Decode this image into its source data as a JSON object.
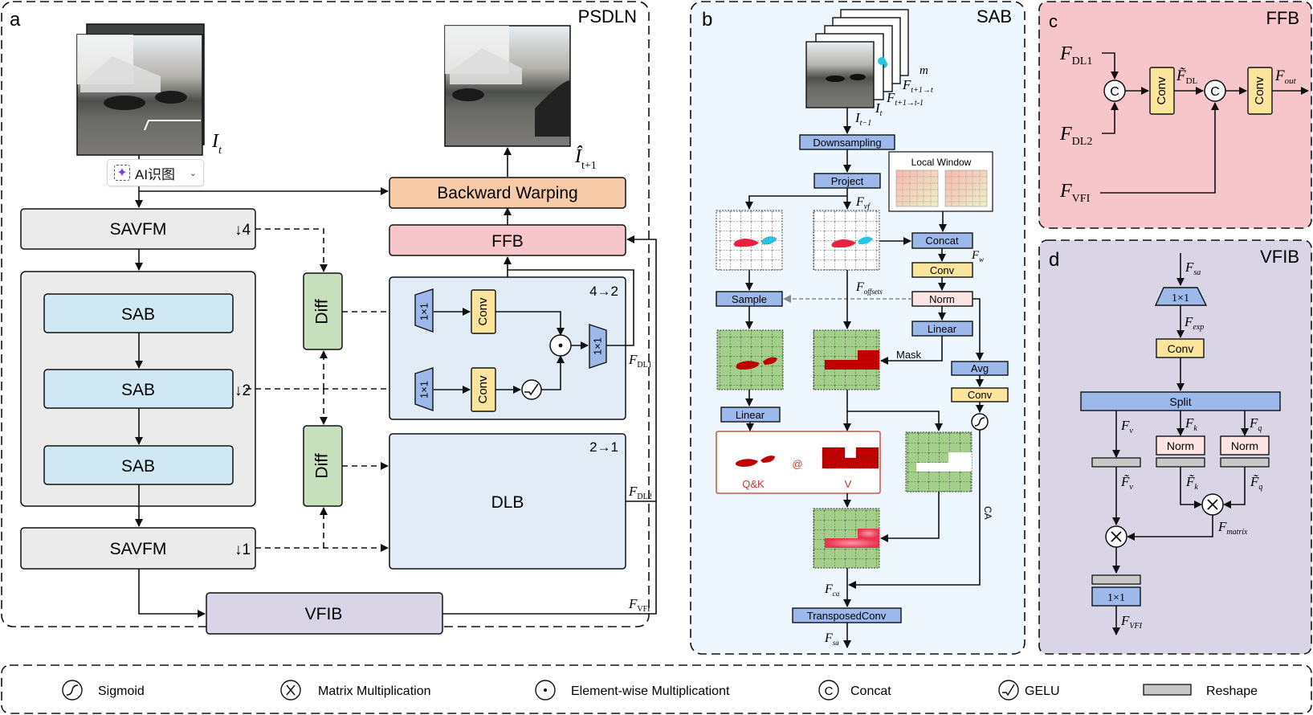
{
  "panels": {
    "a": {
      "letter": "a",
      "title": "PSDLN"
    },
    "b": {
      "letter": "b",
      "title": "SAB"
    },
    "c": {
      "letter": "c",
      "title": "FFB"
    },
    "d": {
      "letter": "d",
      "title": "VFIB"
    }
  },
  "panel_a": {
    "input_label": "I",
    "input_sub": "t",
    "output_label": "Î",
    "output_sub": "t+1",
    "ai_button": {
      "label": "AI识图",
      "icon": "sparkle-scan-icon"
    },
    "savfm_top": {
      "label": "SAVFM",
      "scale": "↓4"
    },
    "sab_blocks": [
      "SAB",
      "SAB",
      "SAB"
    ],
    "sab_scale": "↓2",
    "savfm_bottom": {
      "label": "SAVFM",
      "scale": "↓1"
    },
    "diff_blocks": [
      "Diff",
      "Diff"
    ],
    "backward_warping": "Backward Warping",
    "ffb": "FFB",
    "dl_block_top": {
      "ratio": "4→2",
      "conv1x1": "1×1",
      "conv": "Conv",
      "conv1x1_out": "1×1"
    },
    "dlb": {
      "label": "DLB",
      "ratio": "2→1"
    },
    "vfib": "VFIB",
    "f_dl1": {
      "main": "F",
      "sub": "DL1"
    },
    "f_dl2": {
      "main": "F",
      "sub": "DL2"
    },
    "f_vfi": {
      "main": "F",
      "sub": "VFI"
    }
  },
  "panel_b": {
    "stack_labels": {
      "m": "m",
      "f1": "F",
      "f1_sub": "t+1→t",
      "f2": "F",
      "f2_sub": "t+1→t-1",
      "it": "I",
      "it_sub": "t",
      "it1": "I",
      "it1_sub": "t−1"
    },
    "downsampling": "Downsampling",
    "project": "Project",
    "f_vf": {
      "main": "F",
      "sub": "vf"
    },
    "local_window": "Local Window",
    "concat": "Concat",
    "f_w": {
      "main": "F",
      "sub": "w"
    },
    "conv": "Conv",
    "norm": "Norm",
    "f_offsets": {
      "main": "F",
      "sub": "offsets"
    },
    "sample": "Sample",
    "linear_right": "Linear",
    "mask": "Mask",
    "avg": "Avg",
    "conv2": "Conv",
    "linear_left": "Linear",
    "qk": "Q&K",
    "at": "@",
    "v": "V",
    "ca": "CA",
    "f_ca": {
      "main": "F",
      "sub": "ca"
    },
    "transposed_conv": "TransposedConv",
    "f_sa": {
      "main": "F",
      "sub": "sa"
    }
  },
  "panel_c": {
    "f_dl1": {
      "main": "F",
      "sub": "DL1"
    },
    "f_dl2": {
      "main": "F",
      "sub": "DL2"
    },
    "f_vfi": {
      "main": "F",
      "sub": "VFI"
    },
    "concat_symbol": "C",
    "conv": "Conv",
    "f_dl_tilde": {
      "main": "F̃",
      "sub": "DL"
    },
    "f_out": {
      "main": "F",
      "sub": "out"
    }
  },
  "panel_d": {
    "f_sa": {
      "main": "F",
      "sub": "sa"
    },
    "conv1x1": "1×1",
    "f_exp": {
      "main": "F",
      "sub": "exp"
    },
    "conv": "Conv",
    "split": "Split",
    "f_v": {
      "main": "F",
      "sub": "v"
    },
    "f_k": {
      "main": "F",
      "sub": "k"
    },
    "f_q": {
      "main": "F",
      "sub": "q"
    },
    "norm": "Norm",
    "fv_tilde": {
      "main": "F̃",
      "sub": "v"
    },
    "fk_tilde": {
      "main": "F̃",
      "sub": "k"
    },
    "fq_tilde": {
      "main": "F̃",
      "sub": "q"
    },
    "f_matrix": {
      "main": "F",
      "sub": "matrix"
    },
    "out_1x1": "1×1",
    "f_vfi": {
      "main": "F",
      "sub": "VFI"
    }
  },
  "legend": [
    {
      "icon": "sigmoid-icon",
      "label": "Sigmoid"
    },
    {
      "icon": "matrix-multiplication-icon",
      "label": "Matrix Multiplication"
    },
    {
      "icon": "element-wise-multiplication-icon",
      "label": "Element-wise Multiplicationt"
    },
    {
      "icon": "concat-icon",
      "label": "Concat"
    },
    {
      "icon": "gelu-icon",
      "label": "GELU"
    },
    {
      "icon": "reshape-icon",
      "label": "Reshape"
    }
  ],
  "colors": {
    "savfm": "#ebebeb",
    "sab": "#cfe8f3",
    "diff": "#c6dfbd",
    "dl_bg": "#e2ecf6",
    "ffb": "#f7c6ca",
    "backward": "#f8cba8",
    "vfib": "#d9d5e7",
    "conv": "#fbe49b",
    "blue_box": "#9db9ec",
    "norm": "#fde4e4",
    "sab_panel": "#edf7fd",
    "ffb_panel": "#f7c6ca",
    "vfib_panel": "#d9d5e7",
    "grid_green": "#a3cf8a",
    "mask_red": "#c00000",
    "reshape": "#c8c8c8"
  }
}
